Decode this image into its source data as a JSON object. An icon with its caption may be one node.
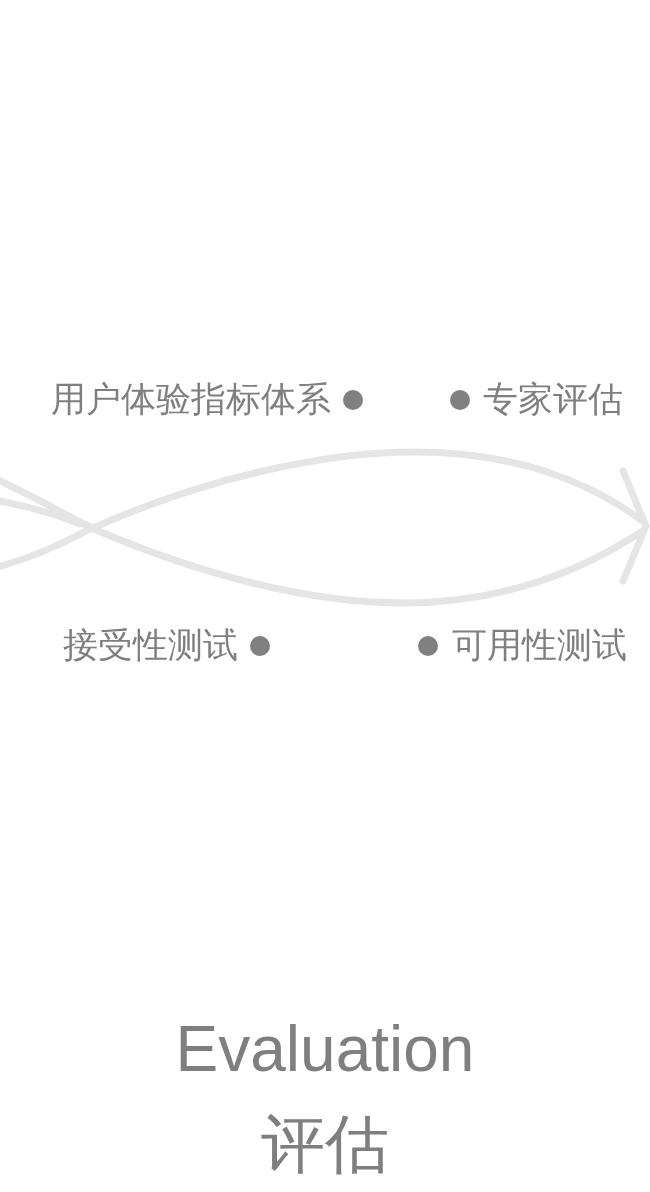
{
  "diagram": {
    "title": "Evaluation 评估",
    "labels": [
      "用户体验指标体系",
      "专家评估",
      "接受性测试",
      "可用性测试"
    ]
  }
}
